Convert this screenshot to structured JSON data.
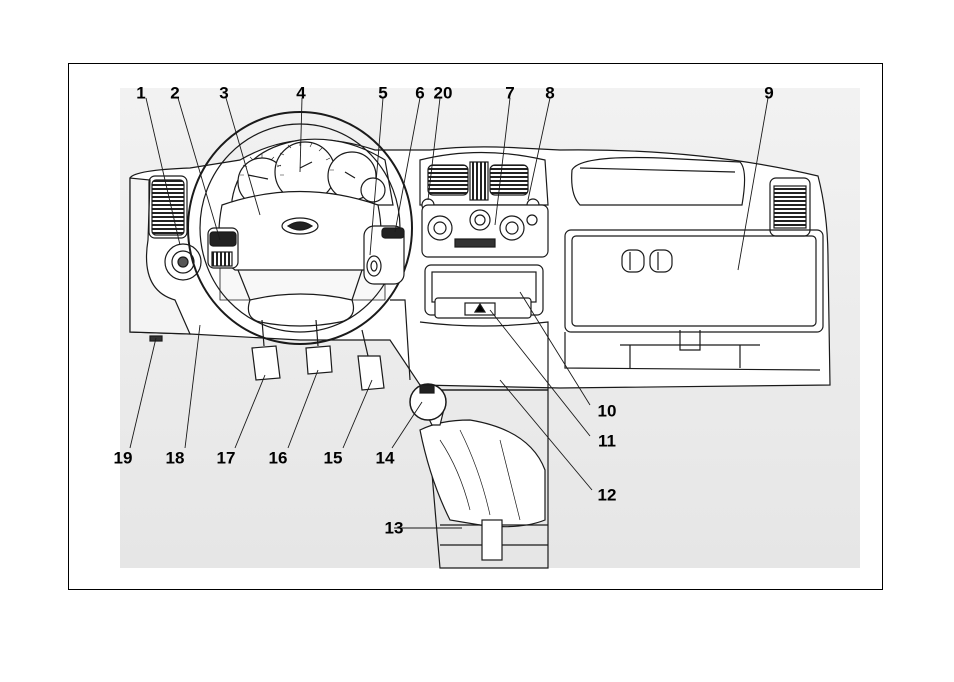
{
  "callouts": {
    "c1": "1",
    "c2": "2",
    "c3": "3",
    "c4": "4",
    "c5": "5",
    "c6": "6",
    "c20": "20",
    "c7": "7",
    "c8": "8",
    "c9": "9",
    "c10": "10",
    "c11": "11",
    "c12": "12",
    "c13": "13",
    "c14": "14",
    "c15": "15",
    "c16": "16",
    "c17": "17",
    "c18": "18",
    "c19": "19"
  },
  "colors": {
    "line": "#1a1a1a",
    "shade": "#e9e9e9",
    "dark": "#333333"
  }
}
